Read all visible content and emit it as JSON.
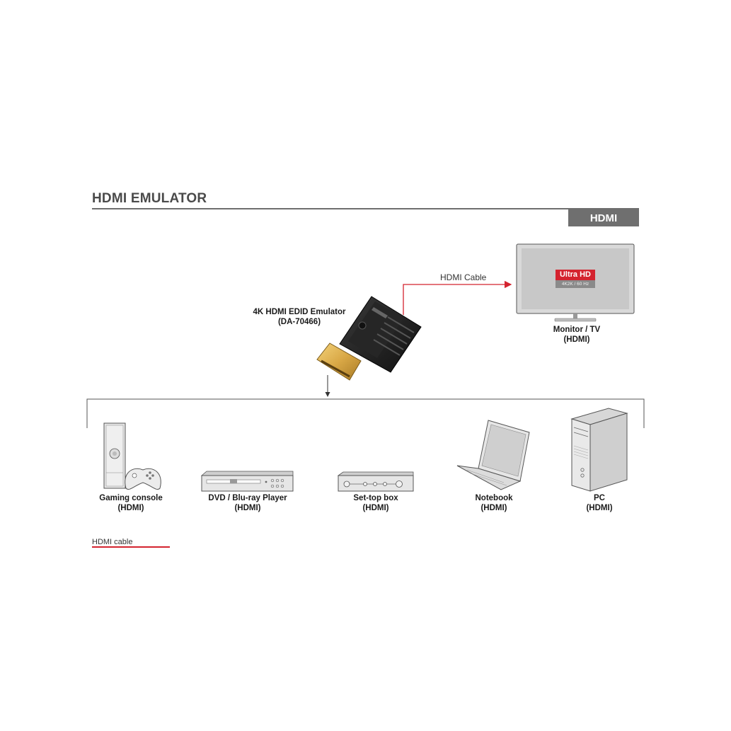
{
  "header": {
    "title": "HDMI EMULATOR",
    "badge": "HDMI"
  },
  "emulator": {
    "name": "4K HDMI EDID Emulator",
    "model": "(DA-70466)"
  },
  "cable_label": "HDMI Cable",
  "monitor": {
    "badge_top": "Ultra HD",
    "badge_bottom": "4K2K / 60 Hz",
    "name": "Monitor / TV",
    "port": "(HDMI)"
  },
  "devices": [
    {
      "name": "Gaming console",
      "port": "(HDMI)",
      "icon": "gaming-console-icon"
    },
    {
      "name": "DVD / Blu-ray Player",
      "port": "(HDMI)",
      "icon": "dvd-player-icon"
    },
    {
      "name": "Set-top box",
      "port": "(HDMI)",
      "icon": "set-top-box-icon"
    },
    {
      "name": "Notebook",
      "port": "(HDMI)",
      "icon": "notebook-icon"
    },
    {
      "name": "PC",
      "port": "(HDMI)",
      "icon": "pc-tower-icon"
    }
  ],
  "legend": {
    "label": "HDMI cable",
    "color": "#d4232f"
  },
  "colors": {
    "accent": "#d4232f",
    "header_gray": "#6f6f6f",
    "device_fill": "#e6e6e6",
    "device_stroke": "#555555",
    "connector_gold": "#d9a846"
  }
}
